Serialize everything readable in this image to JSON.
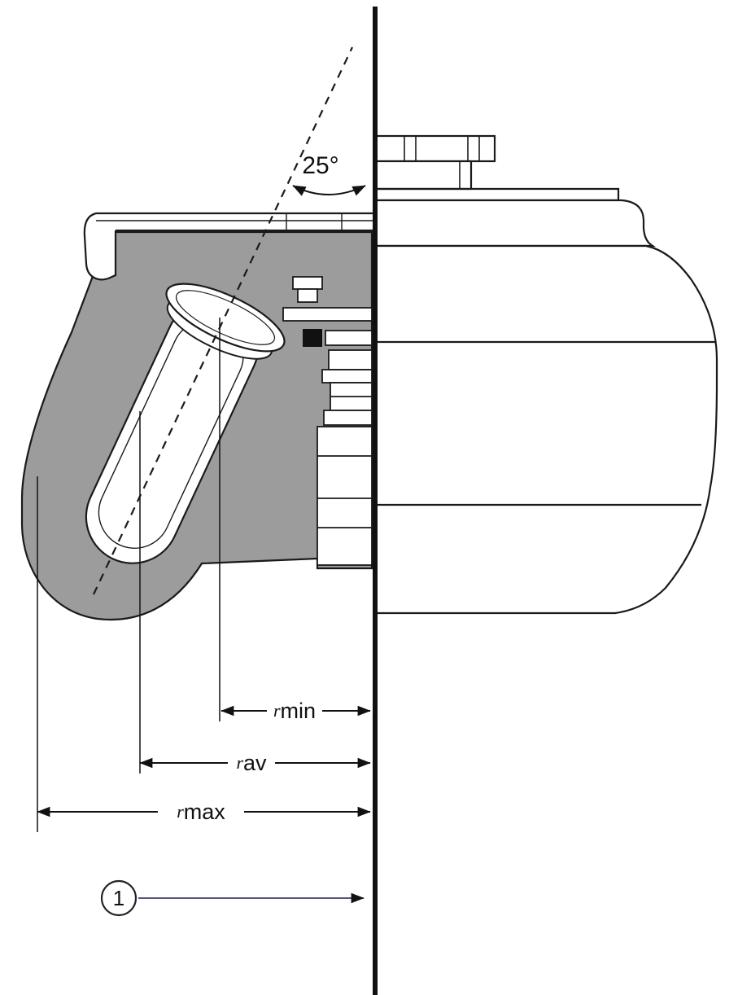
{
  "diagram": {
    "angle_label": "25°",
    "dimensions": {
      "rmin": {
        "symbol": "r",
        "name": "min"
      },
      "rav": {
        "symbol": "r",
        "name": "av"
      },
      "rmax": {
        "symbol": "r",
        "name": "max"
      }
    },
    "callout": {
      "number": "1"
    },
    "colors": {
      "line": "#1a1a1a",
      "section_fill": "#9c9c9c",
      "callout_line": "#3f3f68"
    }
  }
}
